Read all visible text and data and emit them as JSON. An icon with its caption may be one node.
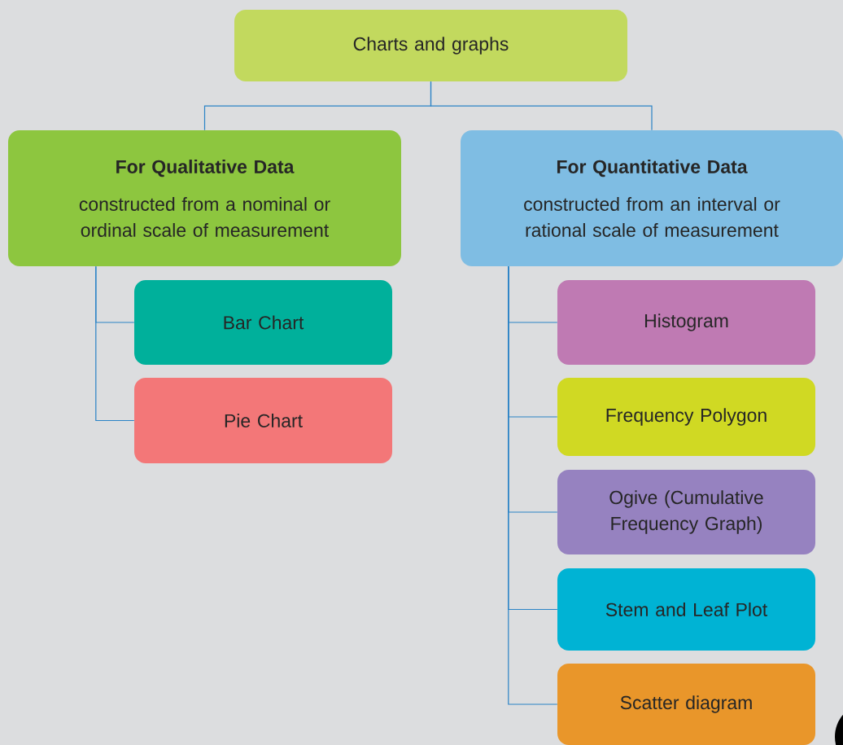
{
  "diagram": {
    "nodes": [
      {
        "text": [
          "Charts and graphs"
        ]
      },
      {
        "text": [
          "For Qualitative Data",
          "constructed from a nominal or ordinal scale of measurement"
        ]
      },
      {
        "text": [
          "For Quantitative Data",
          "constructed from an interval or rational scale of measurement"
        ]
      },
      {
        "text": [
          "Bar Chart"
        ]
      },
      {
        "text": [
          "Pie Chart"
        ]
      },
      {
        "text": [
          "Histogram"
        ]
      },
      {
        "text": [
          "Frequency Polygon"
        ]
      },
      {
        "text": [
          "Ogive (Cumulative Frequency Graph)"
        ]
      },
      {
        "text": [
          "Stem and Leaf Plot"
        ]
      },
      {
        "text": [
          "Scatter diagram"
        ]
      }
    ],
    "edges": [
      {
        "from": 0,
        "to": 1,
        "arrow": "none"
      },
      {
        "from": 0,
        "to": 2,
        "arrow": "none"
      },
      {
        "from": 1,
        "to": 3,
        "arrow": "none"
      },
      {
        "from": 1,
        "to": 4,
        "arrow": "none"
      },
      {
        "from": 2,
        "to": 5,
        "arrow": "none"
      },
      {
        "from": 2,
        "to": 6,
        "arrow": "none"
      },
      {
        "from": 2,
        "to": 7,
        "arrow": "none"
      },
      {
        "from": 2,
        "to": 8,
        "arrow": "none"
      },
      {
        "from": 2,
        "to": 9,
        "arrow": "none"
      }
    ]
  }
}
